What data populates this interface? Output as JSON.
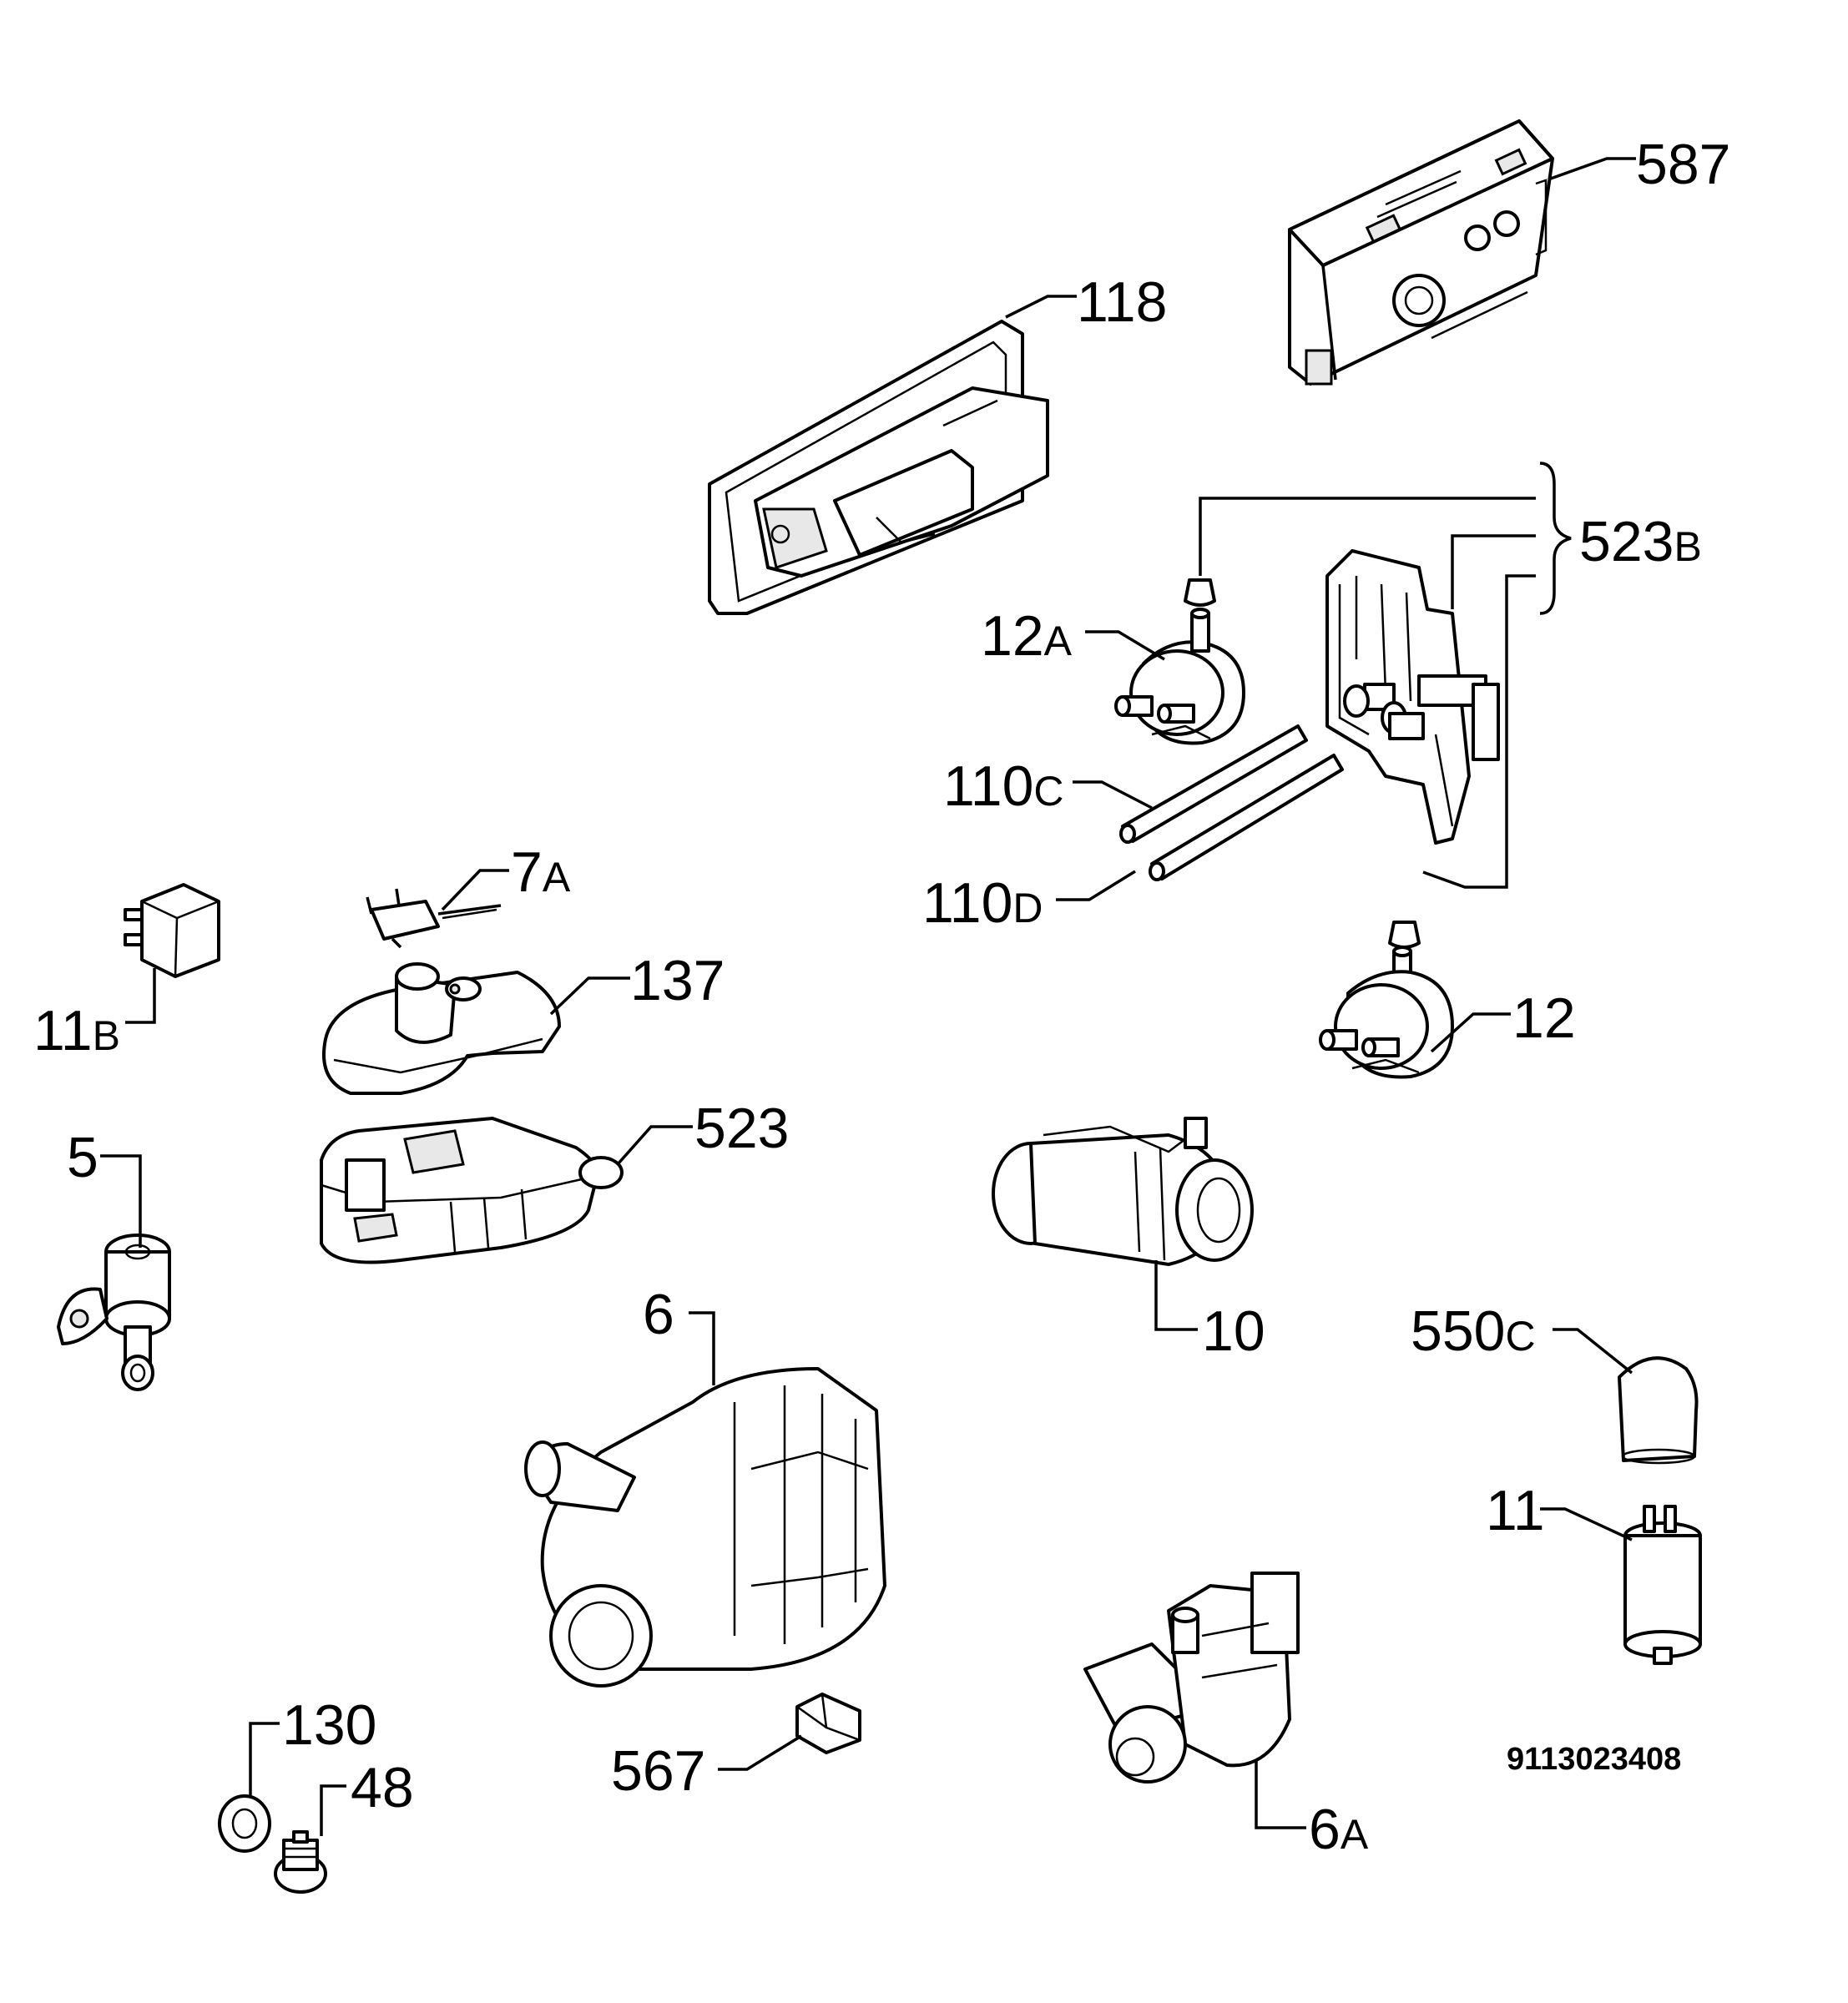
{
  "labels": {
    "l587": "587",
    "l118": "118",
    "l523b_num": "523",
    "l523b_suf": "B",
    "l12a_num": "12",
    "l12a_suf": "A",
    "l110c_num": "110",
    "l110c_suf": "C",
    "l110d_num": "110",
    "l110d_suf": "D",
    "l7a_num": "7",
    "l7a_suf": "A",
    "l137": "137",
    "l11b_num": "11",
    "l11b_suf": "B",
    "l12": "12",
    "l523": "523",
    "l5": "5",
    "l10": "10",
    "l6": "6",
    "l550c_num": "550",
    "l550c_suf": "C",
    "l11": "11",
    "l130": "130",
    "l48": "48",
    "l567": "567",
    "l6a_num": "6",
    "l6a_suf": "A"
  },
  "drawing_code": "9113023408"
}
